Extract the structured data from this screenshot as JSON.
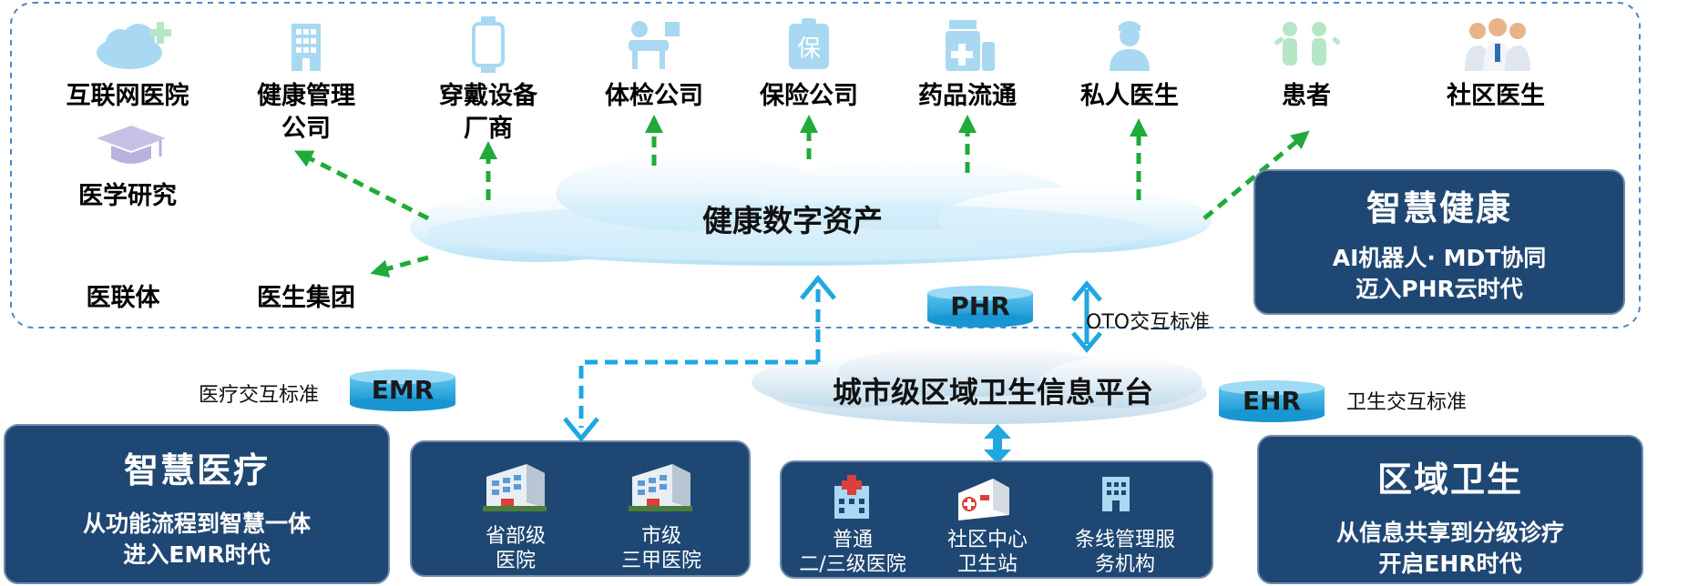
{
  "partners": [
    {
      "label": "互联网医院",
      "icon": "cloud-medical-icon"
    },
    {
      "label": "健康管理\n公司",
      "icon": "building-icon"
    },
    {
      "label": "穿戴设备\n厂商",
      "icon": "smartwatch-icon"
    },
    {
      "label": "体检公司",
      "icon": "physical-exam-icon"
    },
    {
      "label": "保险公司",
      "icon": "insurance-icon"
    },
    {
      "label": "药品流通",
      "icon": "medicine-icon"
    },
    {
      "label": "私人医生",
      "icon": "doctor-icon"
    },
    {
      "label": "患者",
      "icon": "patients-icon"
    },
    {
      "label": "社区医生",
      "icon": "community-doctors-icon"
    }
  ],
  "left_items": {
    "research": {
      "label": "医学研究",
      "icon": "graduation-cap-icon"
    },
    "alliance": "医联体",
    "doctor_group": "医生集团"
  },
  "cloud_main": "健康数字资产",
  "cloud_platform": "城市级区域卫生信息平台",
  "cylinders": {
    "phr": "PHR",
    "emr": "EMR",
    "ehr": "EHR"
  },
  "standards": {
    "oto": "OTO交互标准",
    "medical": "医疗交互标准",
    "health": "卫生交互标准"
  },
  "boxes": {
    "smart_health": {
      "title": "智慧健康",
      "subtitle": "AI机器人· MDT协同\n迈入PHR云时代"
    },
    "smart_medical": {
      "title": "智慧医疗",
      "subtitle": "从功能流程到智慧一体\n进入EMR时代"
    },
    "regional_health": {
      "title": "区域卫生",
      "subtitle": "从信息共享到分级诊疗\n开启EHR时代"
    }
  },
  "hospitals": [
    {
      "label": "省部级\n医院",
      "icon": "hospital-building-icon"
    },
    {
      "label": "市级\n三甲医院",
      "icon": "hospital-building-icon"
    }
  ],
  "facilities": [
    {
      "label": "普通\n二/三级医院",
      "icon": "hospital-icon"
    },
    {
      "label": "社区中心\n卫生站",
      "icon": "clinic-icon"
    },
    {
      "label": "条线管理服\n务机构",
      "icon": "office-icon"
    }
  ],
  "colors": {
    "navy": "#1f4773",
    "green_arrow": "#1faa3a",
    "cyan_arrow": "#1ea7e1",
    "dashed_border": "#4a88c7",
    "icon_blue": "#a9d8f2"
  }
}
